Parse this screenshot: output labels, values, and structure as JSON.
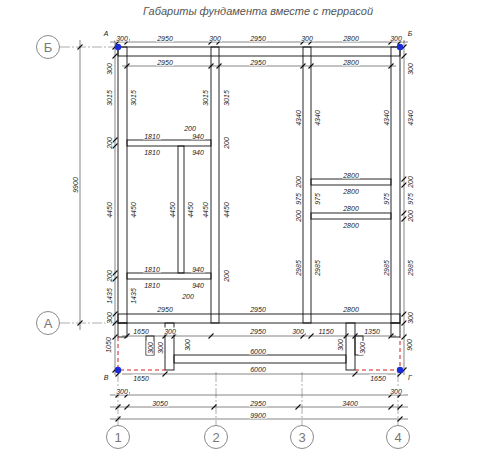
{
  "diagram": {
    "title": "Габариты фундамента вместе с террасой",
    "nodes": [
      {
        "text": [
          "Б"
        ]
      },
      {
        "text": [
          "А"
        ]
      },
      {
        "text": [
          "1"
        ]
      },
      {
        "text": [
          "2"
        ]
      },
      {
        "text": [
          "3"
        ]
      },
      {
        "text": [
          "4"
        ]
      }
    ],
    "labels": [
      "А",
      "Б",
      "300",
      "2950",
      "300",
      "2950",
      "300",
      "2800",
      "300",
      "2950",
      "2950",
      "2800",
      "300",
      "300",
      "9900",
      "3015",
      "3015",
      "3015",
      "3015",
      "200",
      "200",
      "1810",
      "200",
      "940",
      "1810",
      "940",
      "4450",
      "4450",
      "4450",
      "4450",
      "4450",
      "4450",
      "200",
      "200",
      "1810",
      "940",
      "1810",
      "940",
      "200",
      "1435",
      "1435",
      "300",
      "2950",
      "2950",
      "2800",
      "4340",
      "4340",
      "4340",
      "4340",
      "2800",
      "2800",
      "2800",
      "2800",
      "200",
      "200",
      "975",
      "975",
      "975",
      "975",
      "200",
      "200",
      "2985",
      "2985",
      "2985",
      "2985",
      "300",
      "1650",
      "300",
      "2950",
      "300",
      "1150",
      "1350",
      "1050",
      "300",
      "300",
      "300",
      "6000",
      "6000",
      "300",
      "300",
      "900",
      "1650",
      "1650",
      "В",
      "Г",
      "300",
      "300",
      "3050",
      "2950",
      "3400",
      "9900"
    ]
  }
}
